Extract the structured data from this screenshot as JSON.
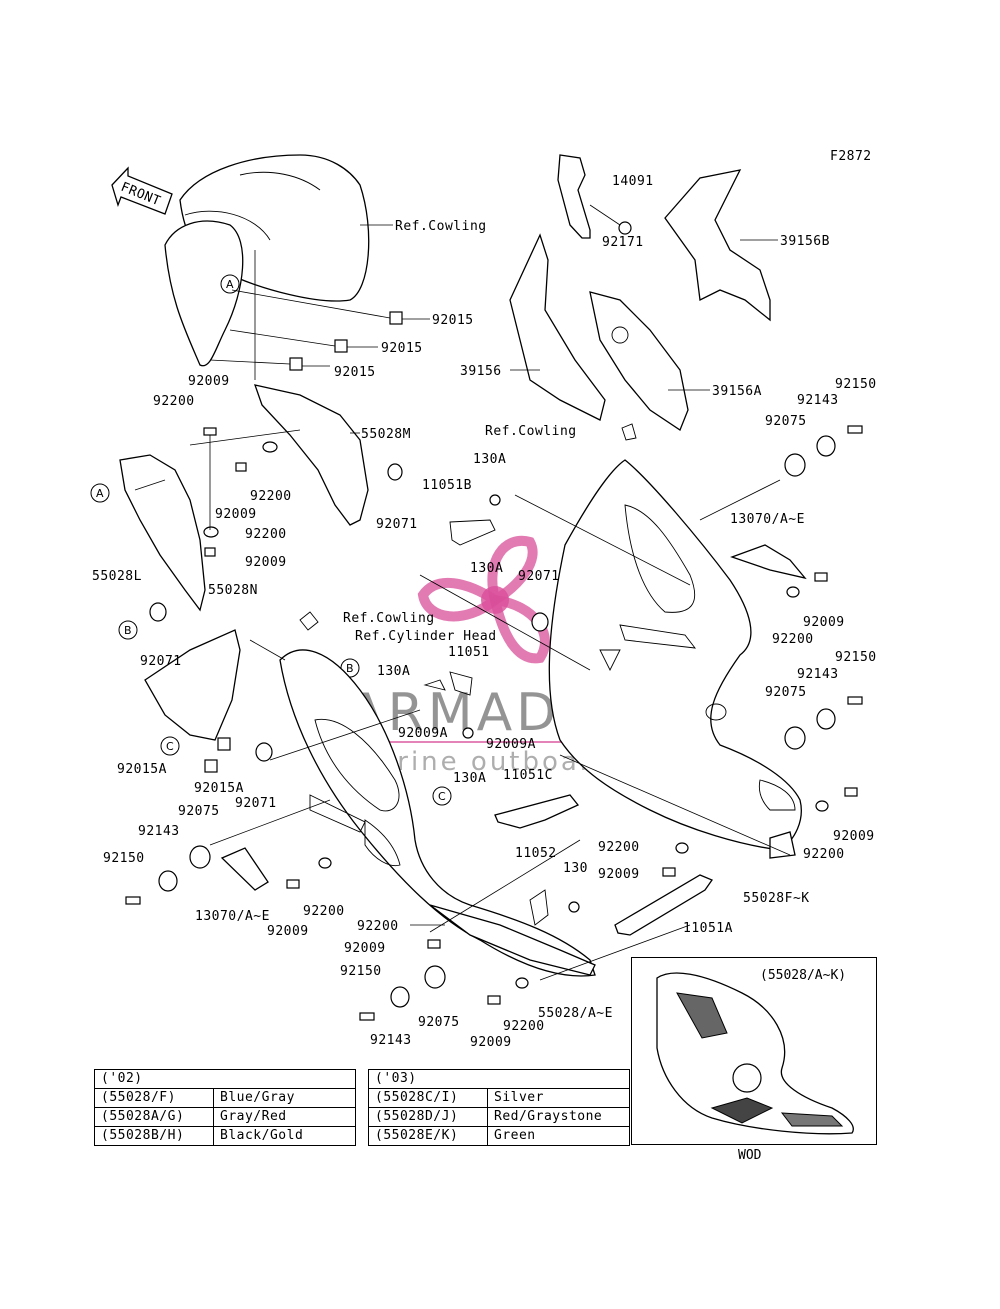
{
  "figure_code": "F2872",
  "front_label": "FRONT",
  "refs": {
    "cowling_top": "Ref.Cowling",
    "cowling_mid": "Ref.Cowling",
    "cowling_low": "Ref.Cowling",
    "cylinder_head": "Ref.Cylinder Head"
  },
  "circle_refs": {
    "a": "A",
    "b": "B",
    "c": "C"
  },
  "part_labels": {
    "p14091": "14091",
    "p92171": "92171",
    "p39156B": "39156B",
    "p39156": "39156",
    "p39156A": "39156A",
    "p92015_1": "92015",
    "p92015_2": "92015",
    "p92015_3": "92015",
    "p92009_a": "92009",
    "p92200_a": "92200",
    "p55028M": "55028M",
    "p92200_b": "92200",
    "p92009_b": "92009",
    "p92071_a": "92071",
    "p92200_c": "92200",
    "p92009_c": "92009",
    "p55028L": "55028L",
    "p55028N": "55028N",
    "p130A_a": "130A",
    "p11051B": "11051B",
    "p130A_b": "130A",
    "p92071_b": "92071",
    "p92075_a": "92075",
    "p92143_a": "92143",
    "p92150_a": "92150",
    "p13070_a": "13070/A~E",
    "p92009_d": "92009",
    "p92200_d": "92200",
    "p92150_b": "92150",
    "p92143_b": "92143",
    "p92075_b": "92075",
    "p11051": "11051",
    "p130A_c": "130A",
    "p92071_c": "92071",
    "p92009A_a": "92009A",
    "p92009A_b": "92009A",
    "p130A_d": "130A",
    "p92015A_a": "92015A",
    "p92015A_b": "92015A",
    "p92071_d": "92071",
    "p11051C": "11051C",
    "p92075_c": "92075",
    "p92143_c": "92143",
    "p92150_c": "92150",
    "p11052": "11052",
    "p92200_e": "92200",
    "p92009_e": "92009",
    "p92009_f": "92009",
    "p92200_f": "92200",
    "p55028FK": "55028F~K",
    "p13070_b": "13070/A~E",
    "p92009_g": "92009",
    "p92200_g": "92200",
    "p130": "130",
    "p11051A": "11051A",
    "p92200_h": "92200",
    "p92009_h": "92009",
    "p92150_d": "92150",
    "p92143_d": "92143",
    "p92075_d": "92075",
    "p92200_i": "92200",
    "p92009_i": "92009",
    "p55028AE": "55028/A~E"
  },
  "watermark": {
    "brand": "ARMADA",
    "tagline": "marine outboards",
    "accent": "#d94f9a"
  },
  "table_02": {
    "header": "('02)",
    "rows": [
      {
        "code": "(55028/F)",
        "color": "Blue/Gray"
      },
      {
        "code": "(55028A/G)",
        "color": "Gray/Red"
      },
      {
        "code": "(55028B/H)",
        "color": "Black/Gold"
      }
    ]
  },
  "table_03": {
    "header": "('03)",
    "rows": [
      {
        "code": "(55028C/I)",
        "color": "Silver"
      },
      {
        "code": "(55028D/J)",
        "color": "Red/Graystone"
      },
      {
        "code": "(55028E/K)",
        "color": "Green"
      }
    ]
  },
  "inset": {
    "ref": "(55028/A~K)",
    "caption": "WOD"
  }
}
